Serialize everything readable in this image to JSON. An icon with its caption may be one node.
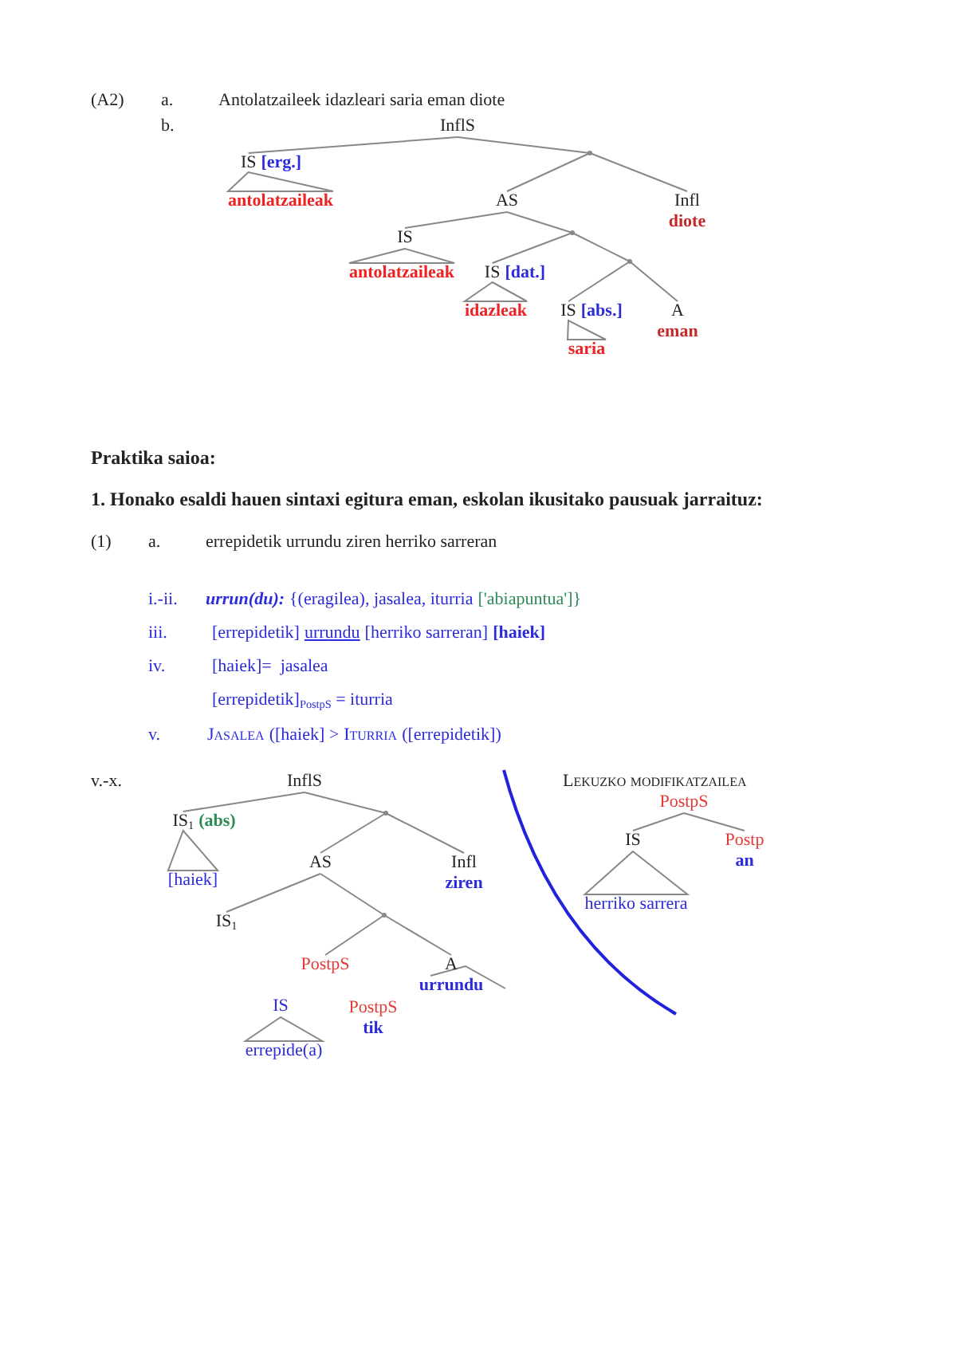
{
  "diagram": {
    "nodes": [
      {
        "text": [
          "InflS"
        ]
      },
      {
        "text": [],
        "shape": "point"
      },
      {
        "text": [
          "IS",
          "[erg.]"
        ]
      },
      {
        "text": [
          "antolatzaileak"
        ]
      },
      {
        "text": [
          "AS"
        ]
      },
      {
        "text": [
          "Infl",
          "diote"
        ]
      },
      {
        "text": [
          "IS"
        ]
      },
      {
        "text": [
          "antolatzaileak"
        ]
      },
      {
        "text": [],
        "shape": "point"
      },
      {
        "text": [
          "IS",
          "[dat.]"
        ]
      },
      {
        "text": [
          "idazleak"
        ]
      },
      {
        "text": [],
        "shape": "point"
      },
      {
        "text": [
          "IS",
          "[abs.]"
        ]
      },
      {
        "text": [
          "saria"
        ]
      },
      {
        "text": [
          "A",
          "eman"
        ]
      },
      {
        "text": [
          "InflS"
        ]
      },
      {
        "text": [
          "IS$_{1}$",
          "(abs)"
        ]
      },
      {
        "text": [
          "[haiek]"
        ]
      },
      {
        "text": [],
        "shape": "point"
      },
      {
        "text": [
          "AS"
        ]
      },
      {
        "text": [
          "Infl",
          "ziren"
        ]
      },
      {
        "text": [
          "IS$_{1}$"
        ]
      },
      {
        "text": [],
        "shape": "point"
      },
      {
        "text": [
          "PostpS"
        ]
      },
      {
        "text": [
          "A",
          "urrundu"
        ]
      },
      {
        "text": [
          "IS"
        ]
      },
      {
        "text": [
          "errepide(a)"
        ]
      },
      {
        "text": [
          "PostpS",
          "tik"
        ]
      },
      {
        "text": [
          "PostpS"
        ]
      },
      {
        "text": [
          "IS"
        ]
      },
      {
        "text": [
          "herriko sarrera"
        ]
      },
      {
        "text": [
          "Postp",
          "an"
        ]
      }
    ],
    "edges": [
      {
        "from": 0,
        "to": 2,
        "arrow": "none"
      },
      {
        "from": 0,
        "to": 1,
        "arrow": "none"
      },
      {
        "from": 1,
        "to": 4,
        "arrow": "none"
      },
      {
        "from": 1,
        "to": 5,
        "arrow": "none"
      },
      {
        "from": 2,
        "to": 3,
        "arrow": "none"
      },
      {
        "from": 4,
        "to": 6,
        "arrow": "none"
      },
      {
        "from": 4,
        "to": 8,
        "arrow": "none"
      },
      {
        "from": 6,
        "to": 7,
        "arrow": "none"
      },
      {
        "from": 8,
        "to": 9,
        "arrow": "none"
      },
      {
        "from": 8,
        "to": 11,
        "arrow": "none"
      },
      {
        "from": 9,
        "to": 10,
        "arrow": "none"
      },
      {
        "from": 11,
        "to": 12,
        "arrow": "none"
      },
      {
        "from": 11,
        "to": 14,
        "arrow": "none"
      },
      {
        "from": 12,
        "to": 13,
        "arrow": "none"
      },
      {
        "from": 15,
        "to": 16,
        "arrow": "none"
      },
      {
        "from": 15,
        "to": 18,
        "arrow": "none"
      },
      {
        "from": 16,
        "to": 17,
        "arrow": "none"
      },
      {
        "from": 18,
        "to": 19,
        "arrow": "none"
      },
      {
        "from": 18,
        "to": 20,
        "arrow": "none"
      },
      {
        "from": 19,
        "to": 21,
        "arrow": "none"
      },
      {
        "from": 19,
        "to": 22,
        "arrow": "none"
      },
      {
        "from": 22,
        "to": 23,
        "arrow": "none"
      },
      {
        "from": 22,
        "to": 24,
        "arrow": "none"
      },
      {
        "from": 25,
        "to": 26,
        "arrow": "none"
      },
      {
        "from": 28,
        "to": 29,
        "arrow": "none"
      },
      {
        "from": 28,
        "to": 31,
        "arrow": "none"
      },
      {
        "from": 29,
        "to": 30,
        "arrow": "none"
      }
    ],
    "labels": [
      "(A2)",
      "a.",
      "Antolatzaileek idazleari saria eman diote",
      "b.",
      "Praktika saioa:",
      "1. Honako esaldi hauen sintaxi egitura eman, eskolan ikusitako pausuak jarraituz:",
      "(1)",
      "a.",
      "errepidetik urrundu ziren herriko sarreran",
      "i.-ii.",
      "urrun(du):",
      "{(eragilea), jasalea, iturria",
      "['abiapuntua']}",
      "iii.",
      "[errepidetik]",
      "urrundu",
      "[herriko sarreran]",
      "[haiek]",
      "iv.",
      "[haiek]=  jasalea",
      "[errepidetik]$_{PostpS}$ = iturria",
      "v.",
      "Jasalea",
      "([haiek] >",
      "Iturria",
      "([errepidetik])",
      "v.-x.",
      "Lekuzko modifikatzailea"
    ]
  }
}
